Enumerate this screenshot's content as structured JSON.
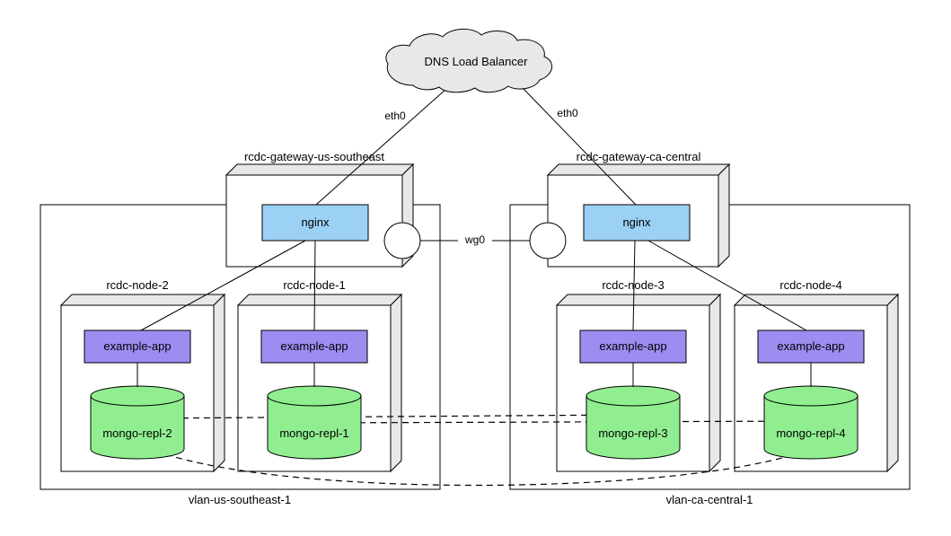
{
  "cloud": {
    "label": "DNS Load Balancer"
  },
  "interfaces": {
    "eth0_left": "eth0",
    "eth0_right": "eth0",
    "wg0": "wg0"
  },
  "gateways": [
    {
      "label": "rcdc-gateway-us-southeast",
      "service": "nginx"
    },
    {
      "label": "rcdc-gateway-ca-central",
      "service": "nginx"
    }
  ],
  "vlans": [
    {
      "label": "vlan-us-southeast-1"
    },
    {
      "label": "vlan-ca-central-1"
    }
  ],
  "nodes": [
    {
      "label": "rcdc-node-2",
      "app": "example-app",
      "db": "mongo-repl-2"
    },
    {
      "label": "rcdc-node-1",
      "app": "example-app",
      "db": "mongo-repl-1"
    },
    {
      "label": "rcdc-node-3",
      "app": "example-app",
      "db": "mongo-repl-3"
    },
    {
      "label": "rcdc-node-4",
      "app": "example-app",
      "db": "mongo-repl-4"
    }
  ],
  "colors": {
    "service_fill": "#9BD1F5",
    "app_fill": "#9D8DF1",
    "db_fill": "#90EE90",
    "box_face": "#E8E8E8",
    "cloud_fill": "#E8E8E8",
    "stroke": "#000000"
  }
}
